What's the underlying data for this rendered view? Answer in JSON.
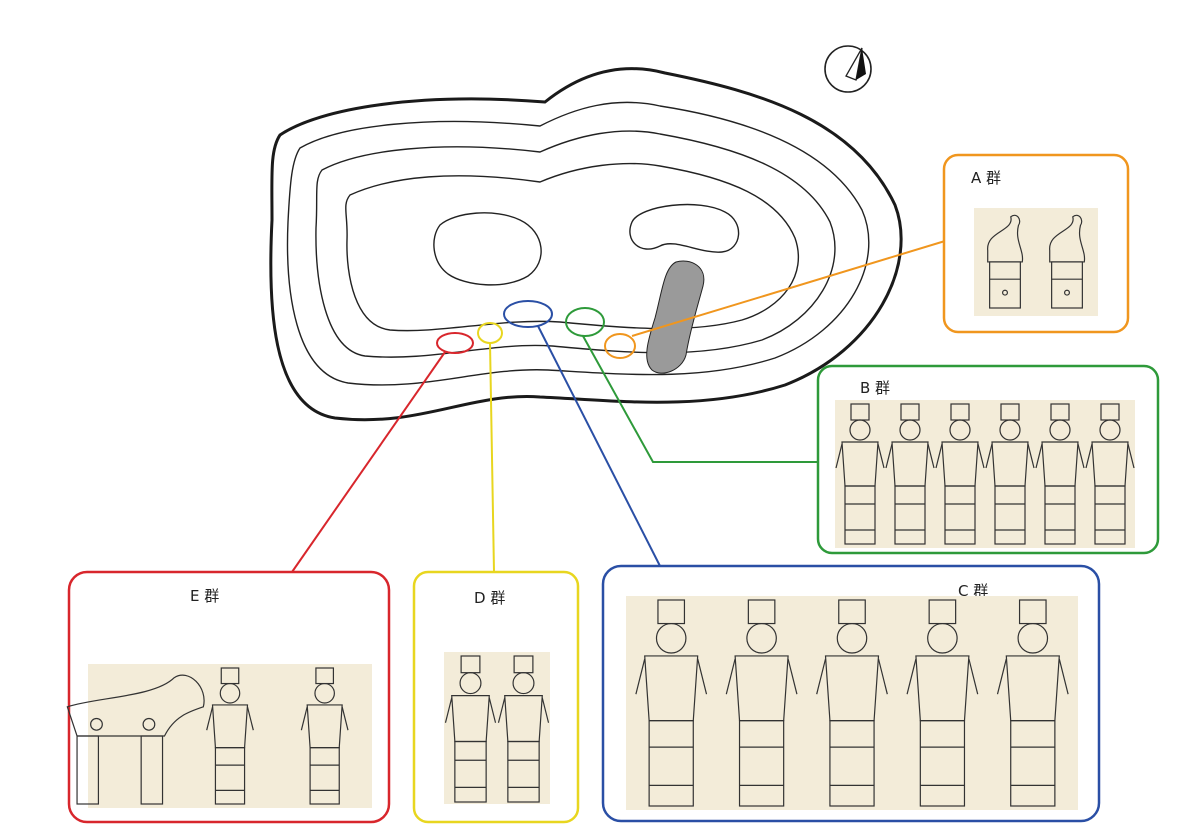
{
  "groups": [
    {
      "id": "A",
      "label": "A 群",
      "color": "#f0961e",
      "figures": [
        "bird",
        "bird"
      ]
    },
    {
      "id": "B",
      "label": "B 群",
      "color": "#2e9a3a",
      "figures": [
        "person",
        "person",
        "person",
        "person",
        "person",
        "person"
      ]
    },
    {
      "id": "C",
      "label": "C 群",
      "color": "#2a4fa5",
      "figures": [
        "person",
        "person",
        "person",
        "person",
        "person"
      ]
    },
    {
      "id": "D",
      "label": "D 群",
      "color": "#e8d61f",
      "figures": [
        "person",
        "person"
      ]
    },
    {
      "id": "E",
      "label": "E 群",
      "color": "#d8262c",
      "figures": [
        "horse",
        "person",
        "person"
      ]
    }
  ],
  "mound": {
    "outline_color": "#1a1a1a",
    "stone_color": "#9a9a9a"
  },
  "compass": {
    "icon": "north-arrow-icon"
  }
}
